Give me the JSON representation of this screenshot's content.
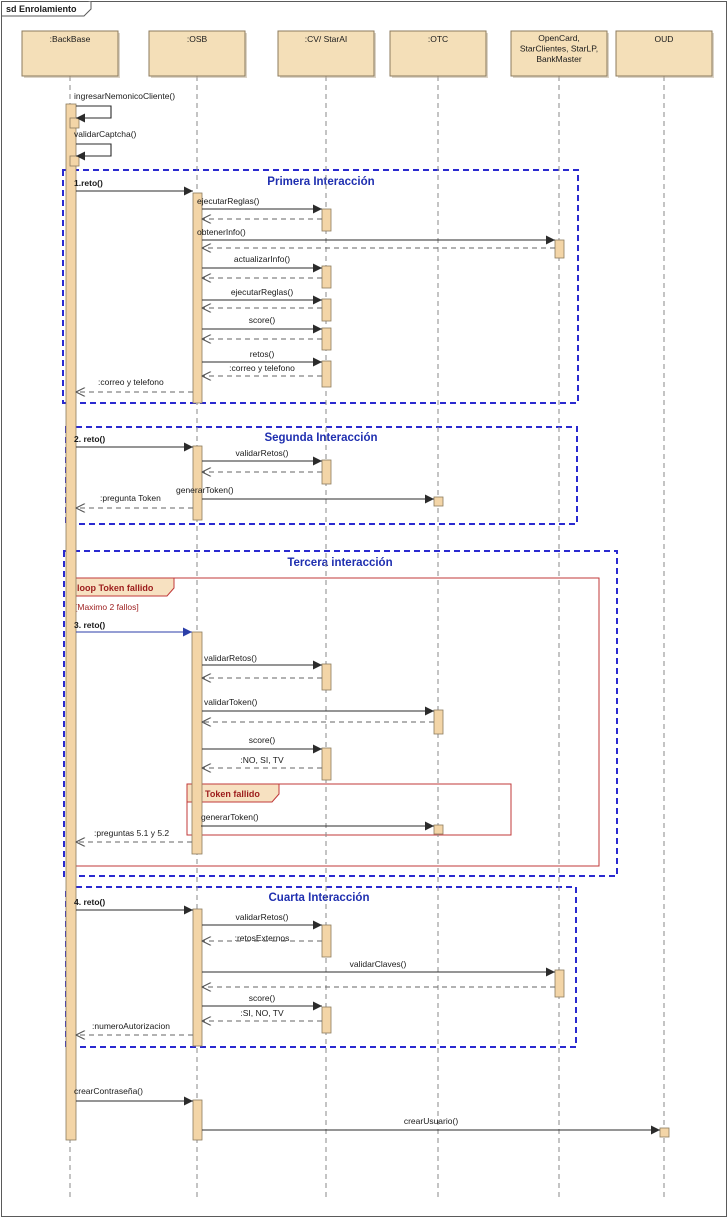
{
  "frame": {
    "title": "sd Enrolamiento"
  },
  "lifelines": [
    {
      "id": "backbase",
      "label": ":BackBase"
    },
    {
      "id": "osb",
      "label": ":OSB"
    },
    {
      "id": "cv",
      "label": ":CV/ StarAI"
    },
    {
      "id": "otc",
      "label": ":OTC"
    },
    {
      "id": "opencard",
      "label": "OpenCard,\nStarClientes, StarLP,\nBankMaster"
    },
    {
      "id": "oud",
      "label": "OUD"
    }
  ],
  "interactions": [
    {
      "title": "Primera Interacción"
    },
    {
      "title": "Segunda Interacción"
    },
    {
      "title": "Tercera interacción"
    },
    {
      "title": "Cuarta Interacción"
    }
  ],
  "fragments": {
    "loop": {
      "label": "loop Token fallido",
      "guard": "[Maximo 2 fallos]"
    },
    "alt": {
      "label": "alt Token fallido"
    }
  },
  "messages": [
    {
      "label": "ingresarNemonicoCliente()"
    },
    {
      "label": "validarCaptcha()"
    },
    {
      "label": "1.reto()"
    },
    {
      "label": "ejecutarReglas()"
    },
    {
      "label": ""
    },
    {
      "label": "obtenerInfo()"
    },
    {
      "label": ""
    },
    {
      "label": "actualizarInfo()"
    },
    {
      "label": ""
    },
    {
      "label": "ejecutarReglas()"
    },
    {
      "label": ""
    },
    {
      "label": "score()"
    },
    {
      "label": ""
    },
    {
      "label": "retos()"
    },
    {
      "label": ":correo y telefono"
    },
    {
      "label": ":correo y telefono"
    },
    {
      "label": "2. reto()"
    },
    {
      "label": "validarRetos()"
    },
    {
      "label": ""
    },
    {
      "label": "generarToken()"
    },
    {
      "label": ":pregunta Token"
    },
    {
      "label": "3. reto()"
    },
    {
      "label": "validarRetos()"
    },
    {
      "label": ""
    },
    {
      "label": "validarToken()"
    },
    {
      "label": ""
    },
    {
      "label": "score()"
    },
    {
      "label": ":NO, SI, TV"
    },
    {
      "label": "generarToken()"
    },
    {
      "label": ":preguntas 5.1 y 5.2"
    },
    {
      "label": "4. reto()"
    },
    {
      "label": "validarRetos()"
    },
    {
      "label": ":retosExternos"
    },
    {
      "label": "validarClaves()"
    },
    {
      "label": ""
    },
    {
      "label": "score()"
    },
    {
      "label": ":SI, NO, TV"
    },
    {
      "label": ":numeroAutorizacion"
    },
    {
      "label": "crearContraseña()"
    },
    {
      "label": "crearUsuario()"
    }
  ],
  "colors": {
    "lifeline_fill": "#f4dfb8",
    "activation_fill": "#f3d5a7",
    "interaction_border": "#2a2ad0",
    "fragment_border": "#c03a3a"
  }
}
